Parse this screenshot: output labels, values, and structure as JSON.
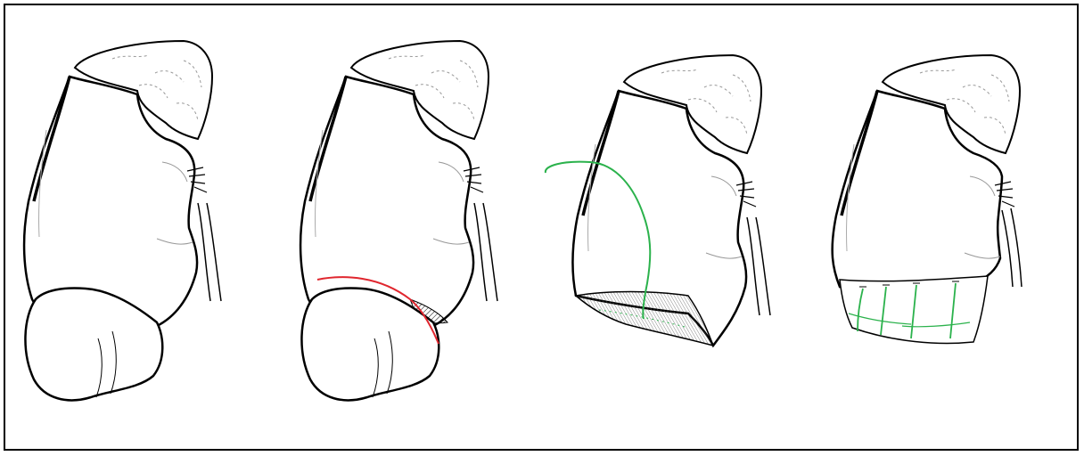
{
  "figure": {
    "panels": [
      {
        "id": "panel-1"
      },
      {
        "id": "panel-2"
      },
      {
        "id": "panel-3"
      },
      {
        "id": "panel-4"
      }
    ],
    "colors": {
      "outline": "#000000",
      "incision": "#e0262e",
      "suture": "#2bb24c",
      "background": "#ffffff"
    }
  }
}
